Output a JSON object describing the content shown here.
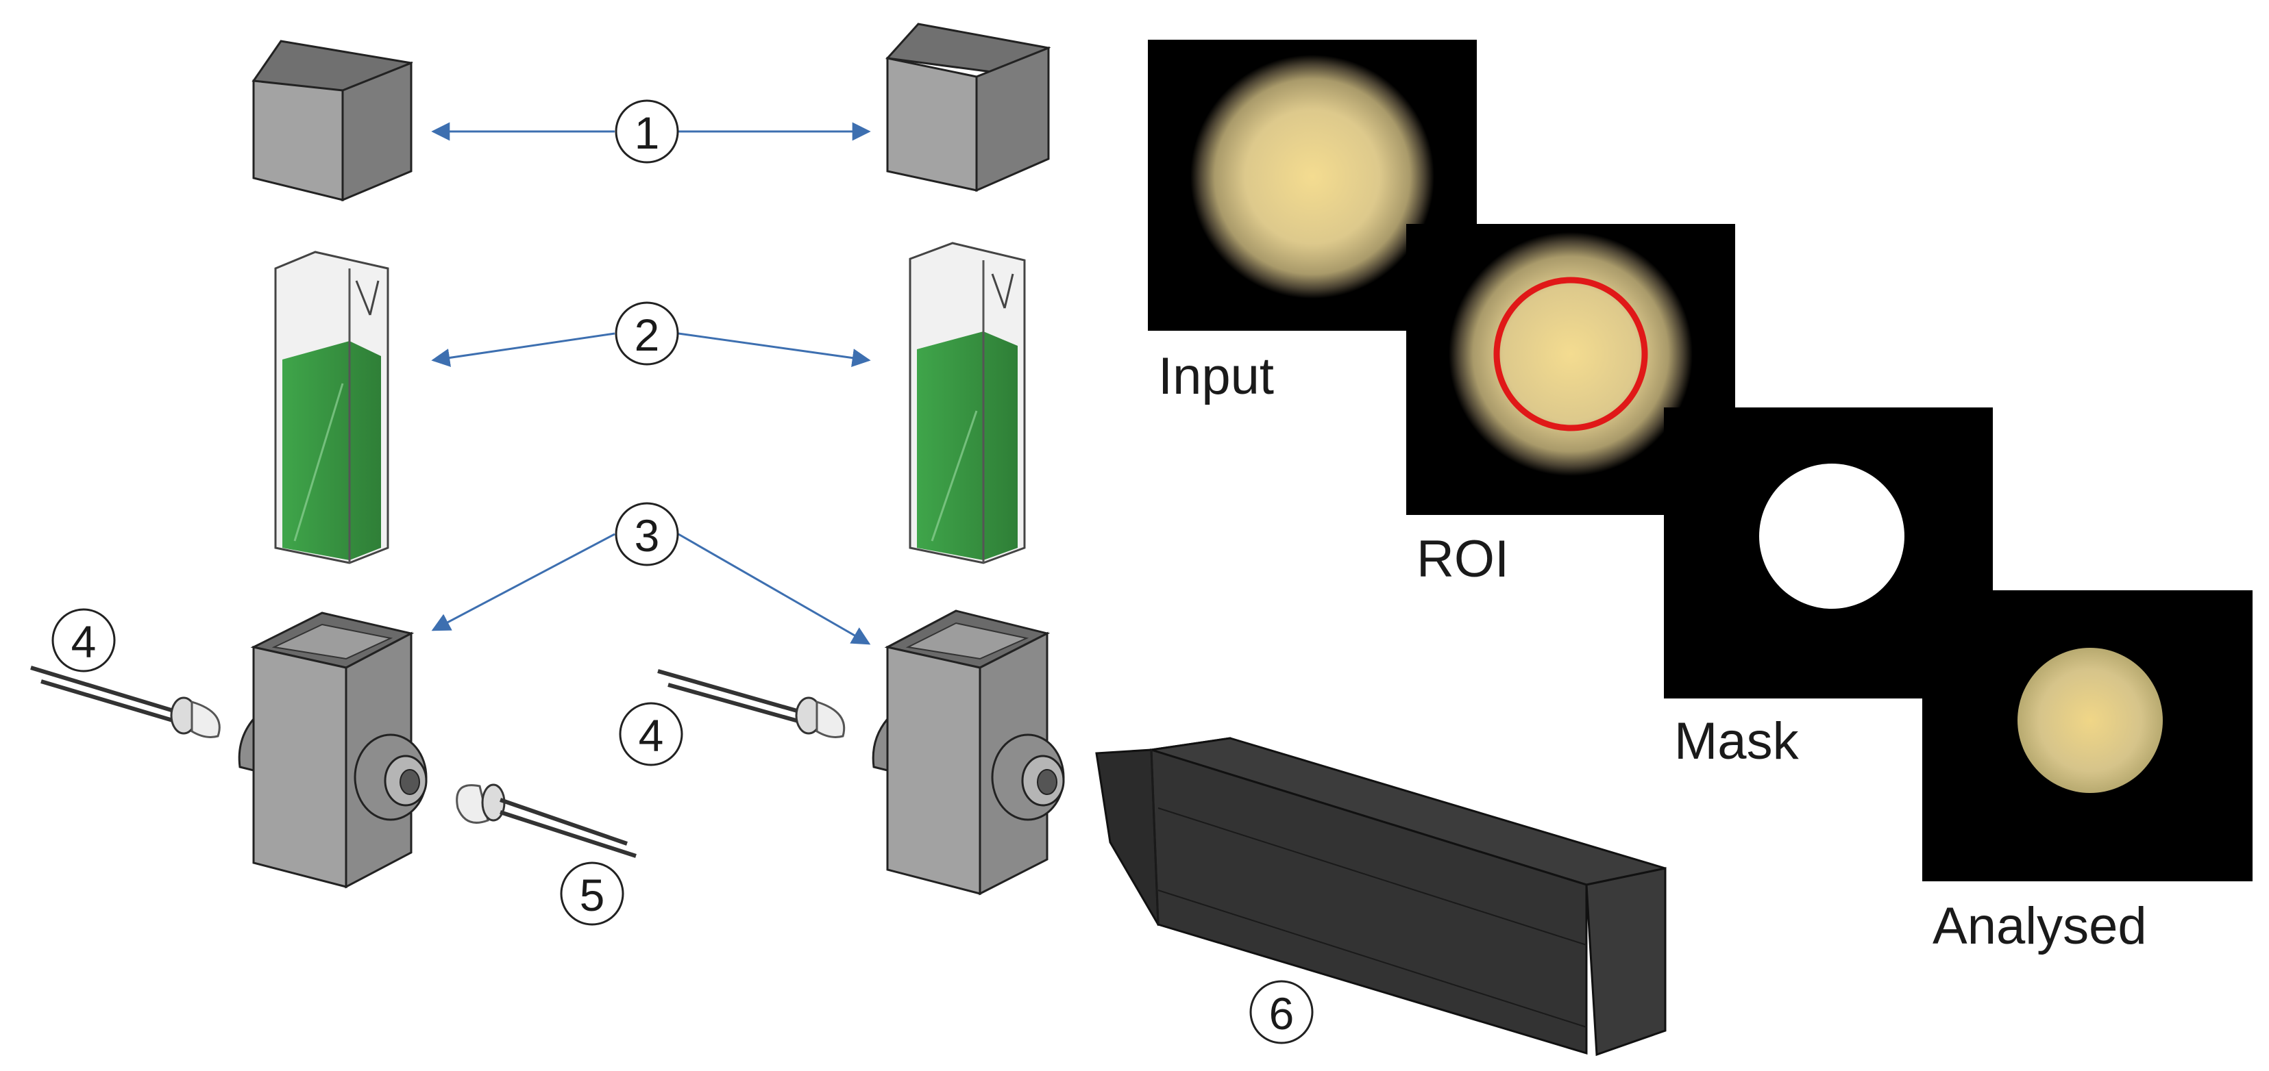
{
  "callouts": {
    "c1": "1",
    "c2": "2",
    "c3": "3",
    "c4a": "4",
    "c4b": "4",
    "c5": "5",
    "c6": "6"
  },
  "image_stages": {
    "input": "Input",
    "roi": "ROI",
    "mask": "Mask",
    "analysed": "Analysed"
  },
  "colors": {
    "arrow": "#3d6fb0",
    "liquid": "#3f9e48",
    "holder": "#9a9a9a",
    "camera": "#333333",
    "roi_circle": "#e01818",
    "sample_spot": "#d8c488",
    "image_background": "#000000"
  },
  "icons": {
    "cap": "cuvette-cap-icon",
    "cuvette": "cuvette-icon",
    "holder": "cuvette-holder-icon",
    "led": "led-icon",
    "photodiode": "photodiode-icon",
    "camera": "camera-icon"
  }
}
